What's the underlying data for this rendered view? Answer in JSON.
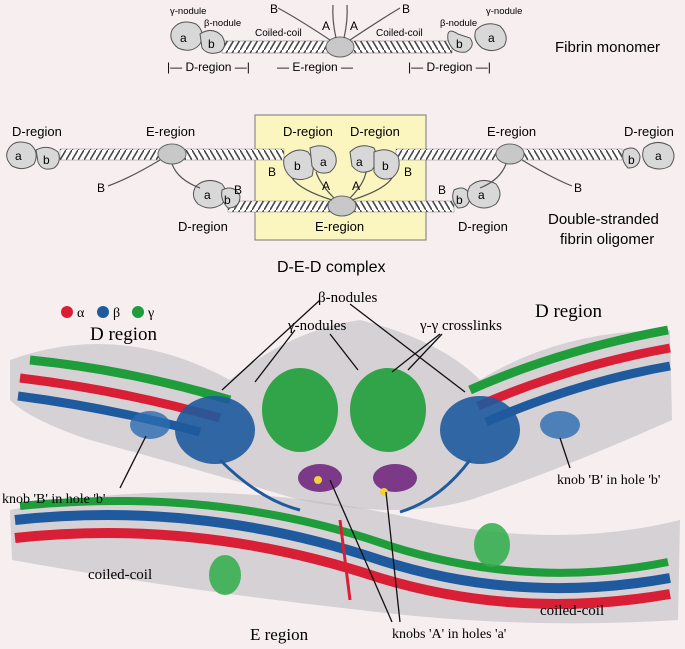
{
  "top_diagram": {
    "gamma_nodule": "γ-nodule",
    "beta_nodule": "β-nodule",
    "coiled_coil": "Coiled-coil",
    "a_label": "a",
    "b_label": "b",
    "A_label": "A",
    "B_label": "B",
    "d_region_span": "|— D-region —|",
    "e_region_span": "— E-region —",
    "caption": "Fibrin monomer"
  },
  "middle_diagram": {
    "d_region": "D-region",
    "e_region": "E-region",
    "caption_line1": "Double-stranded",
    "caption_line2": "fibrin oligomer",
    "complex_label": "D-E-D complex"
  },
  "legend": {
    "items": [
      {
        "symbol": "α",
        "color": "#d81f36"
      },
      {
        "symbol": "β",
        "color": "#1f5a9e"
      },
      {
        "symbol": "γ",
        "color": "#1f9d3a"
      }
    ]
  },
  "structure_labels": {
    "d_region_left": "D region",
    "d_region_right": "D region",
    "beta_nodules": "β-nodules",
    "gamma_nodules": "γ-nodules",
    "crosslinks": "γ-γ crosslinks",
    "knob_b_left": "knob 'B' in hole 'b'",
    "knob_b_right": "knob 'B' in hole 'b'",
    "coiled_coil_left": "coiled-coil",
    "coiled_coil_right": "coiled-coil",
    "e_region": "E region",
    "knobs_a": "knobs 'A' in holes 'a'"
  }
}
